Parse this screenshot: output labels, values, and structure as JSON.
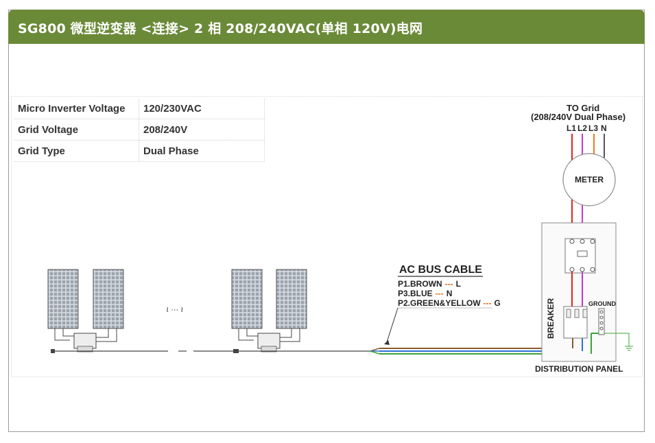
{
  "header": {
    "title": "SG800 微型逆变器 <连接> 2 相 208/240VAC(单相 120V)电网"
  },
  "specs": [
    {
      "label": "Micro Inverter Voltage",
      "value": "120/230VAC"
    },
    {
      "label": "Grid  Voltage",
      "value": "208/240V"
    },
    {
      "label": "Grid Type",
      "value": "Dual Phase"
    }
  ],
  "grid": {
    "to_grid": "TO Grid",
    "phase": "(208/240V Dual Phase)",
    "lines": [
      "L1",
      "L2",
      "L3",
      "N"
    ],
    "meter": "METER"
  },
  "bus_cable": {
    "title": "AC BUS CABLE",
    "legend": [
      {
        "text": "P1.BROWN",
        "dash": "---",
        "code": "L"
      },
      {
        "text": "P3.BLUE",
        "dash": "---",
        "code": "N"
      },
      {
        "text": "P2.GREEN&YELLOW",
        "dash": "---",
        "code": "G"
      }
    ]
  },
  "panel": {
    "breaker": "BREAKER",
    "ground": "GROUND",
    "distribution": "DISTRIBUTION PANEL"
  },
  "ellipsis": "≀ ··· ≀",
  "colors": {
    "header_bg": "#6b8a38",
    "red": "#e0231b",
    "purple": "#c63ac6",
    "orange": "#f07a1a",
    "gray": "#555555",
    "brown": "#8a5a2b",
    "blue": "#2c6fd6",
    "green": "#3aa335",
    "accent_orange": "#e06a10"
  }
}
